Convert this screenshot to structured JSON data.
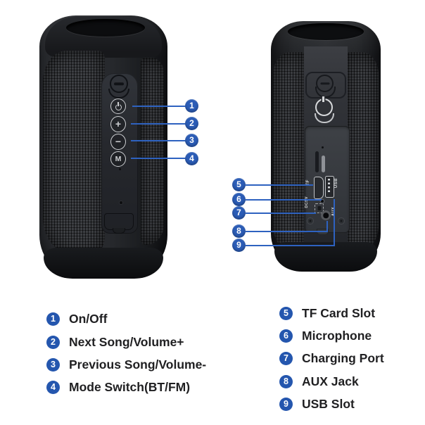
{
  "colors": {
    "background": "#ffffff",
    "accent_blue": "#2b5cb6",
    "line_blue": "#2e62c0",
    "legend_blue": "#2456ae",
    "text": "#202022"
  },
  "front_view": {
    "buttons": [
      {
        "num": "1",
        "icon": "power-icon"
      },
      {
        "num": "2",
        "glyph": "+"
      },
      {
        "num": "3",
        "glyph": "−"
      },
      {
        "num": "4",
        "glyph": "M"
      }
    ]
  },
  "back_view": {
    "port_labels": {
      "tf": "TF",
      "usb": "USB",
      "dc5v": "DC5V",
      "aux": "AUX"
    }
  },
  "callouts": {
    "numbers": [
      "1",
      "2",
      "3",
      "4",
      "5",
      "6",
      "7",
      "8",
      "9"
    ]
  },
  "legend": {
    "left": [
      {
        "num": "1",
        "label": "On/Off"
      },
      {
        "num": "2",
        "label": "Next Song/Volume+"
      },
      {
        "num": "3",
        "label": "Previous Song/Volume-"
      },
      {
        "num": "4",
        "label": "Mode Switch(BT/FM)"
      }
    ],
    "right": [
      {
        "num": "5",
        "label": "TF Card Slot"
      },
      {
        "num": "6",
        "label": "Microphone"
      },
      {
        "num": "7",
        "label": "Charging Port"
      },
      {
        "num": "8",
        "label": "AUX Jack"
      },
      {
        "num": "9",
        "label": "USB Slot"
      }
    ]
  }
}
